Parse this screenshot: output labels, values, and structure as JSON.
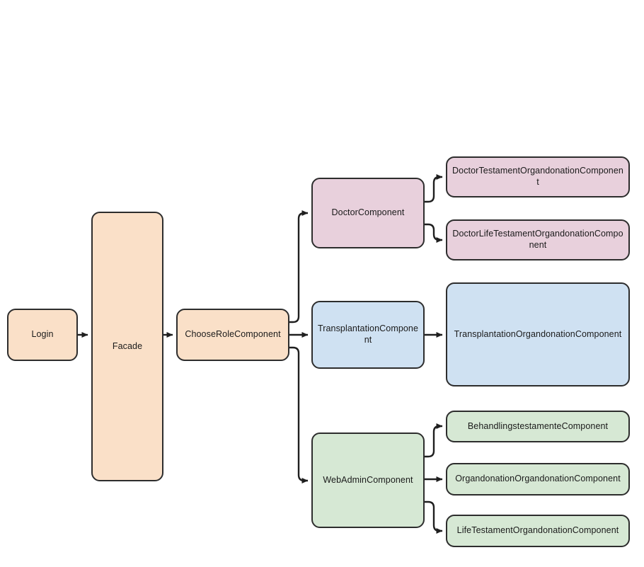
{
  "diagram": {
    "title": "Component architecture flow diagram",
    "background_color": "#ffffff",
    "edge_color": "#1f1f1f",
    "palette": {
      "orange_fill": "#fae0c8",
      "pink_fill": "#e8d0dc",
      "blue_fill": "#cfe1f2",
      "green_fill": "#d6e8d4",
      "stroke": "#2d2d2d"
    }
  },
  "nodes": {
    "login": {
      "label": "Login",
      "color": "#fae0c8"
    },
    "facade": {
      "label": "Facade",
      "color": "#fae0c8"
    },
    "choose_role": {
      "label": "ChooseRoleComponent",
      "color": "#fae0c8"
    },
    "doctor": {
      "label": "DoctorComponent",
      "color": "#e8d0dc"
    },
    "doctor_testament": {
      "label": "DoctorTestamentOrgandonationComponent",
      "color": "#e8d0dc"
    },
    "doctor_life_testament": {
      "label": "DoctorLifeTestamentOrgandonationComponent",
      "color": "#e8d0dc"
    },
    "transplantation": {
      "label": "TransplantationComponent",
      "color": "#cfe1f2"
    },
    "transplantation_organdonation": {
      "label": "TransplantationOrgandonationComponent",
      "color": "#cfe1f2"
    },
    "webadmin": {
      "label": "WebAdminComponent",
      "color": "#d6e8d4"
    },
    "behandlingstestamente": {
      "label": "BehandlingstestamenteComponent",
      "color": "#d6e8d4"
    },
    "organdonation_organdonation": {
      "label": "OrgandonationOrgandonationComponent",
      "color": "#d6e8d4"
    },
    "life_testament": {
      "label": "LifeTestamentOrgandonationComponent",
      "color": "#d6e8d4"
    }
  },
  "edges": [
    {
      "from": "login",
      "to": "facade"
    },
    {
      "from": "facade",
      "to": "choose_role"
    },
    {
      "from": "choose_role",
      "to": "doctor"
    },
    {
      "from": "choose_role",
      "to": "transplantation"
    },
    {
      "from": "choose_role",
      "to": "webadmin"
    },
    {
      "from": "doctor",
      "to": "doctor_testament"
    },
    {
      "from": "doctor",
      "to": "doctor_life_testament"
    },
    {
      "from": "transplantation",
      "to": "transplantation_organdonation"
    },
    {
      "from": "webadmin",
      "to": "behandlingstestamente"
    },
    {
      "from": "webadmin",
      "to": "organdonation_organdonation"
    },
    {
      "from": "webadmin",
      "to": "life_testament"
    }
  ]
}
